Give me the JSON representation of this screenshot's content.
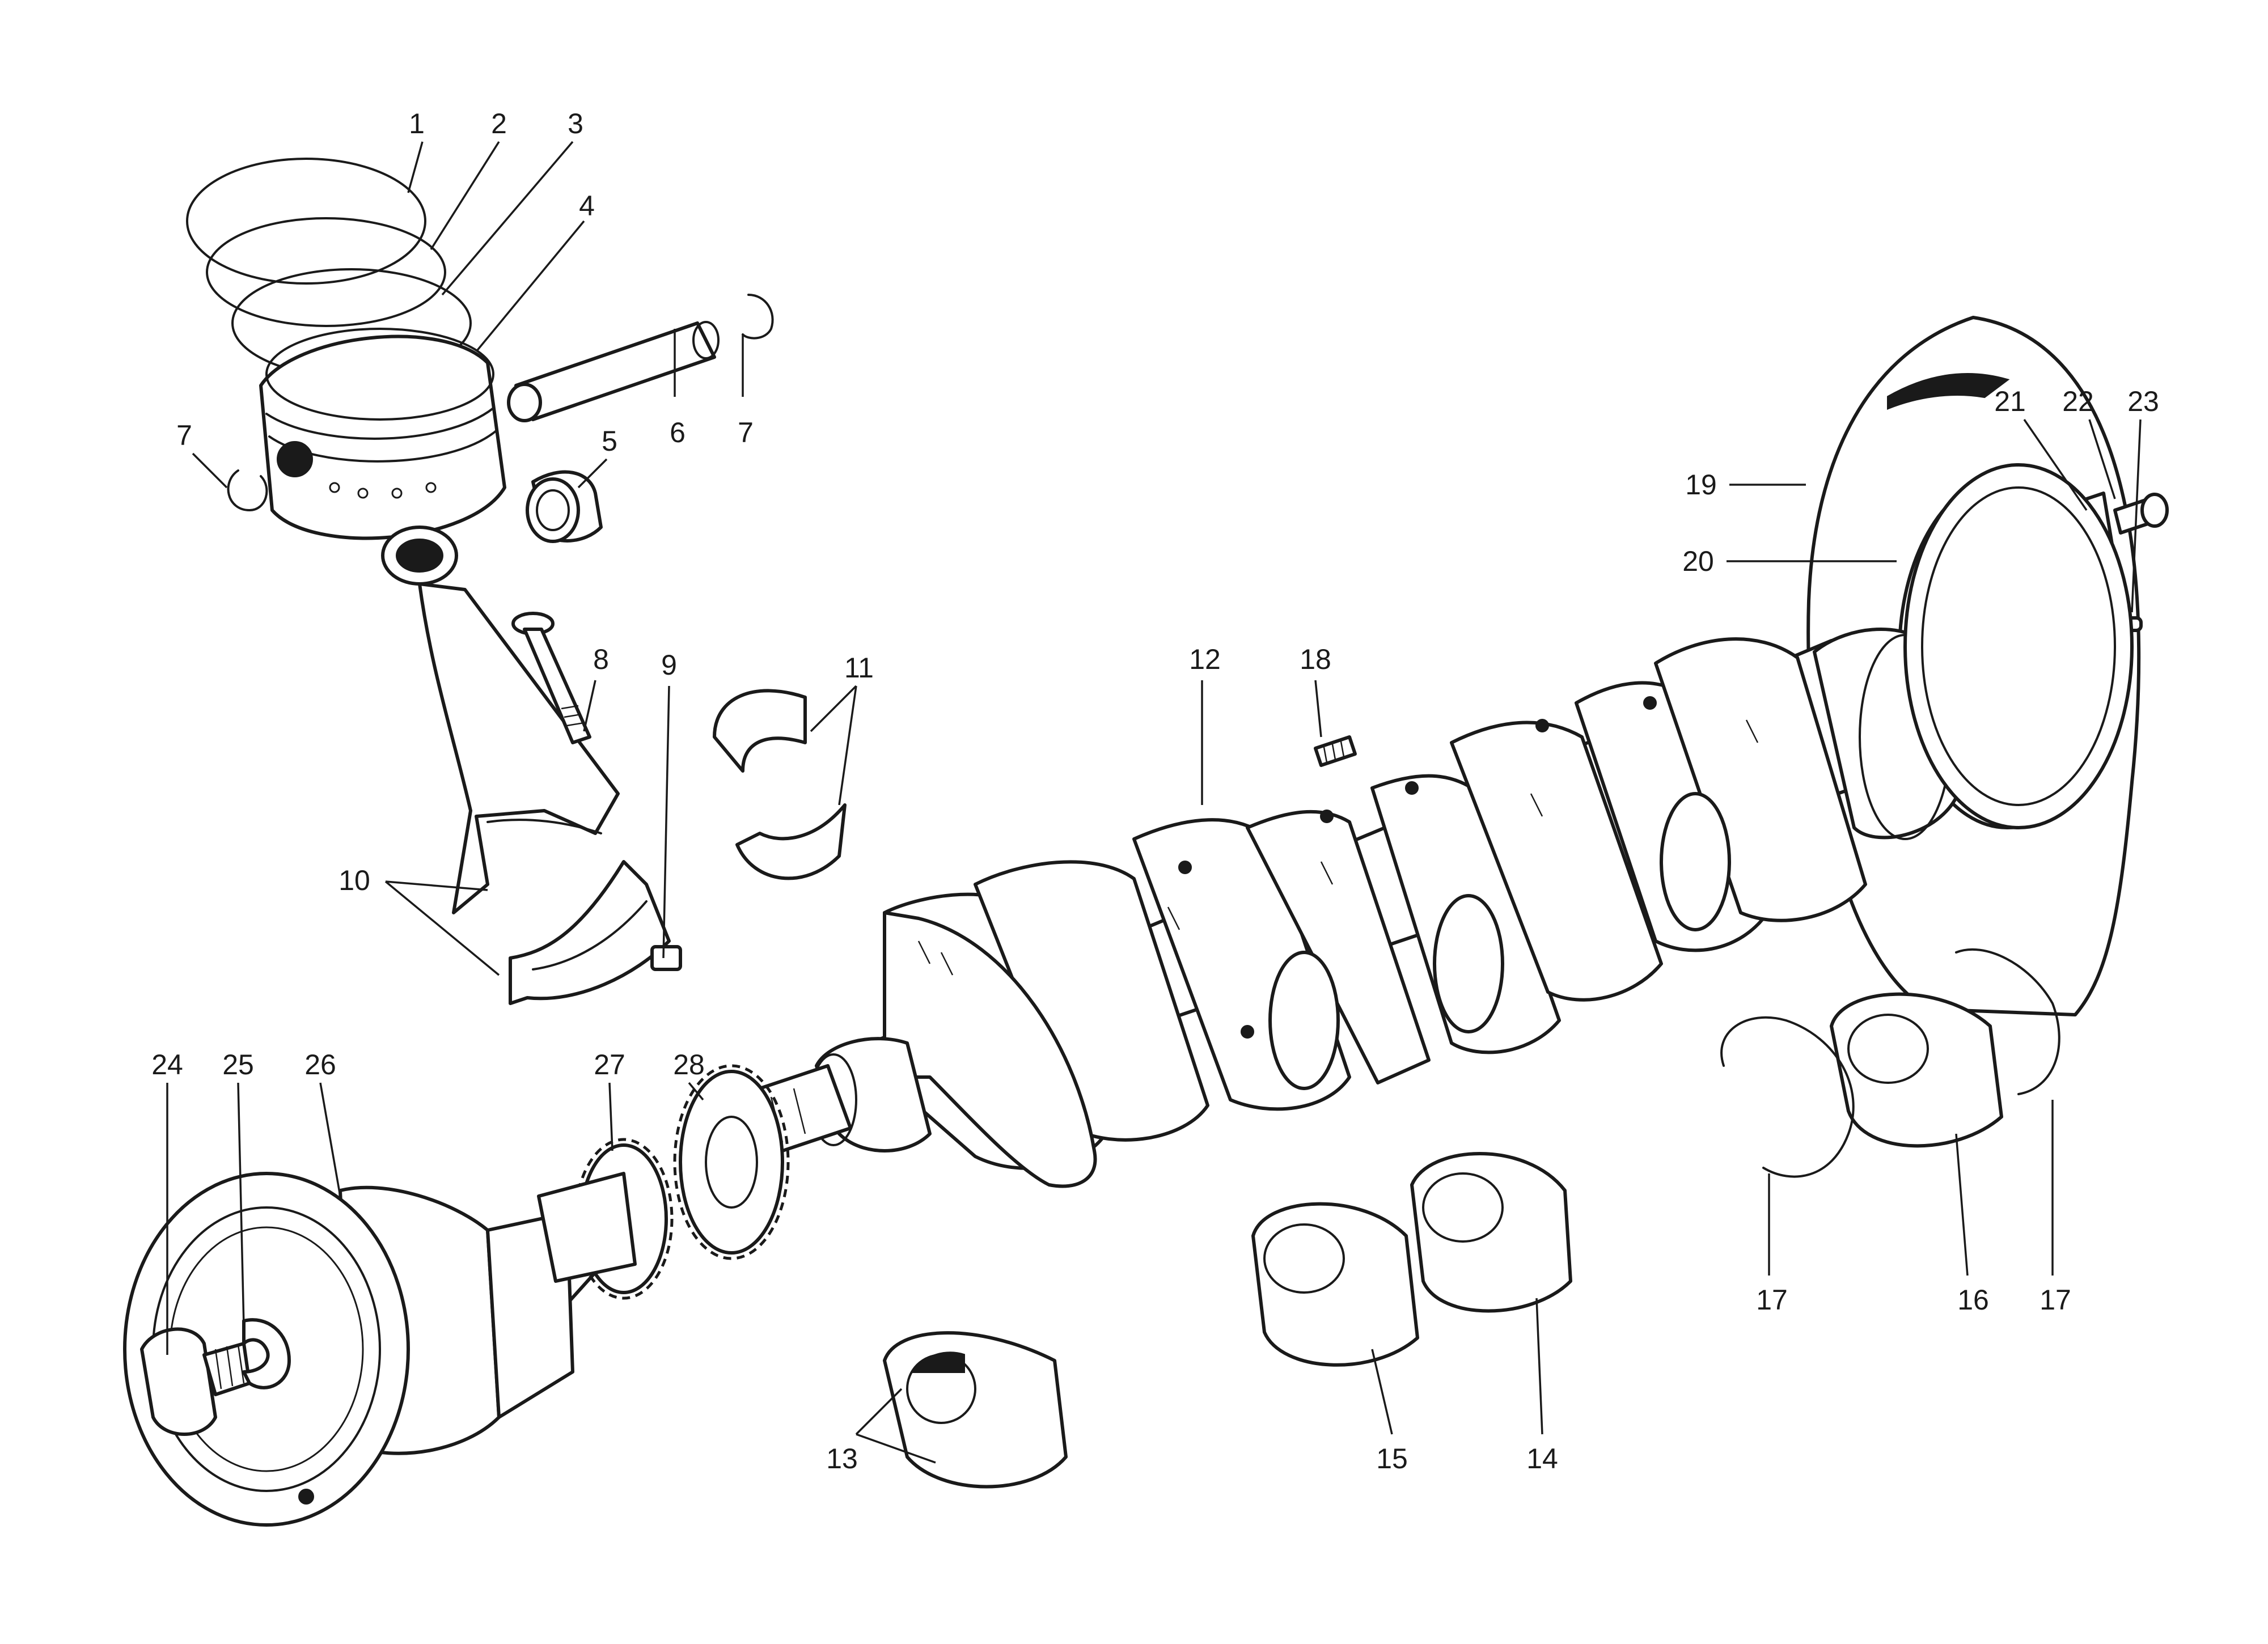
{
  "callouts": {
    "c1": "1",
    "c2": "2",
    "c3": "3",
    "c4": "4",
    "c5": "5",
    "c6": "6",
    "c7a": "7",
    "c7b": "7",
    "c8": "8",
    "c9": "9",
    "c10": "10",
    "c11": "11",
    "c12": "12",
    "c13": "13",
    "c14": "14",
    "c15": "15",
    "c16": "16",
    "c17a": "17",
    "c17b": "17",
    "c18": "18",
    "c19": "19",
    "c20": "20",
    "c21": "21",
    "c22": "22",
    "c23": "23",
    "c24": "24",
    "c25": "25",
    "c26": "26",
    "c27": "27",
    "c28": "28"
  },
  "colors": {
    "ink": "#1a1a1a",
    "paper": "#ffffff"
  }
}
